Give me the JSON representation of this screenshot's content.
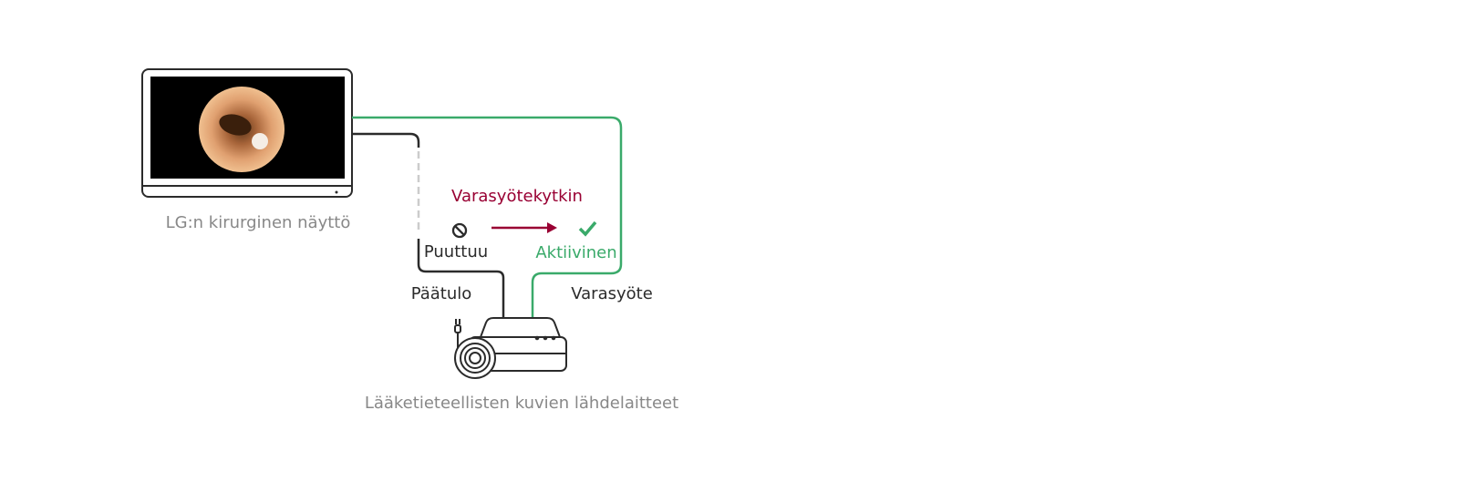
{
  "monitor": {
    "label": "LG:n kirurginen näyttö"
  },
  "switch": {
    "title": "Varasyötekytkin",
    "from_label": "Puuttuu",
    "to_label": "Aktiivinen",
    "from_icon": "prohibited-icon",
    "to_icon": "checkmark-icon"
  },
  "connections": {
    "main_input": "Päätulo",
    "backup_input": "Varasyöte"
  },
  "source": {
    "label": "Lääketieteellisten kuvien lähdelaitteet"
  },
  "colors": {
    "main_line": "#2b2b2b",
    "backup_line": "#3aaa6a",
    "switch_title": "#990033",
    "inactive_dashed": "#cccccc",
    "label_gray": "#888888"
  }
}
